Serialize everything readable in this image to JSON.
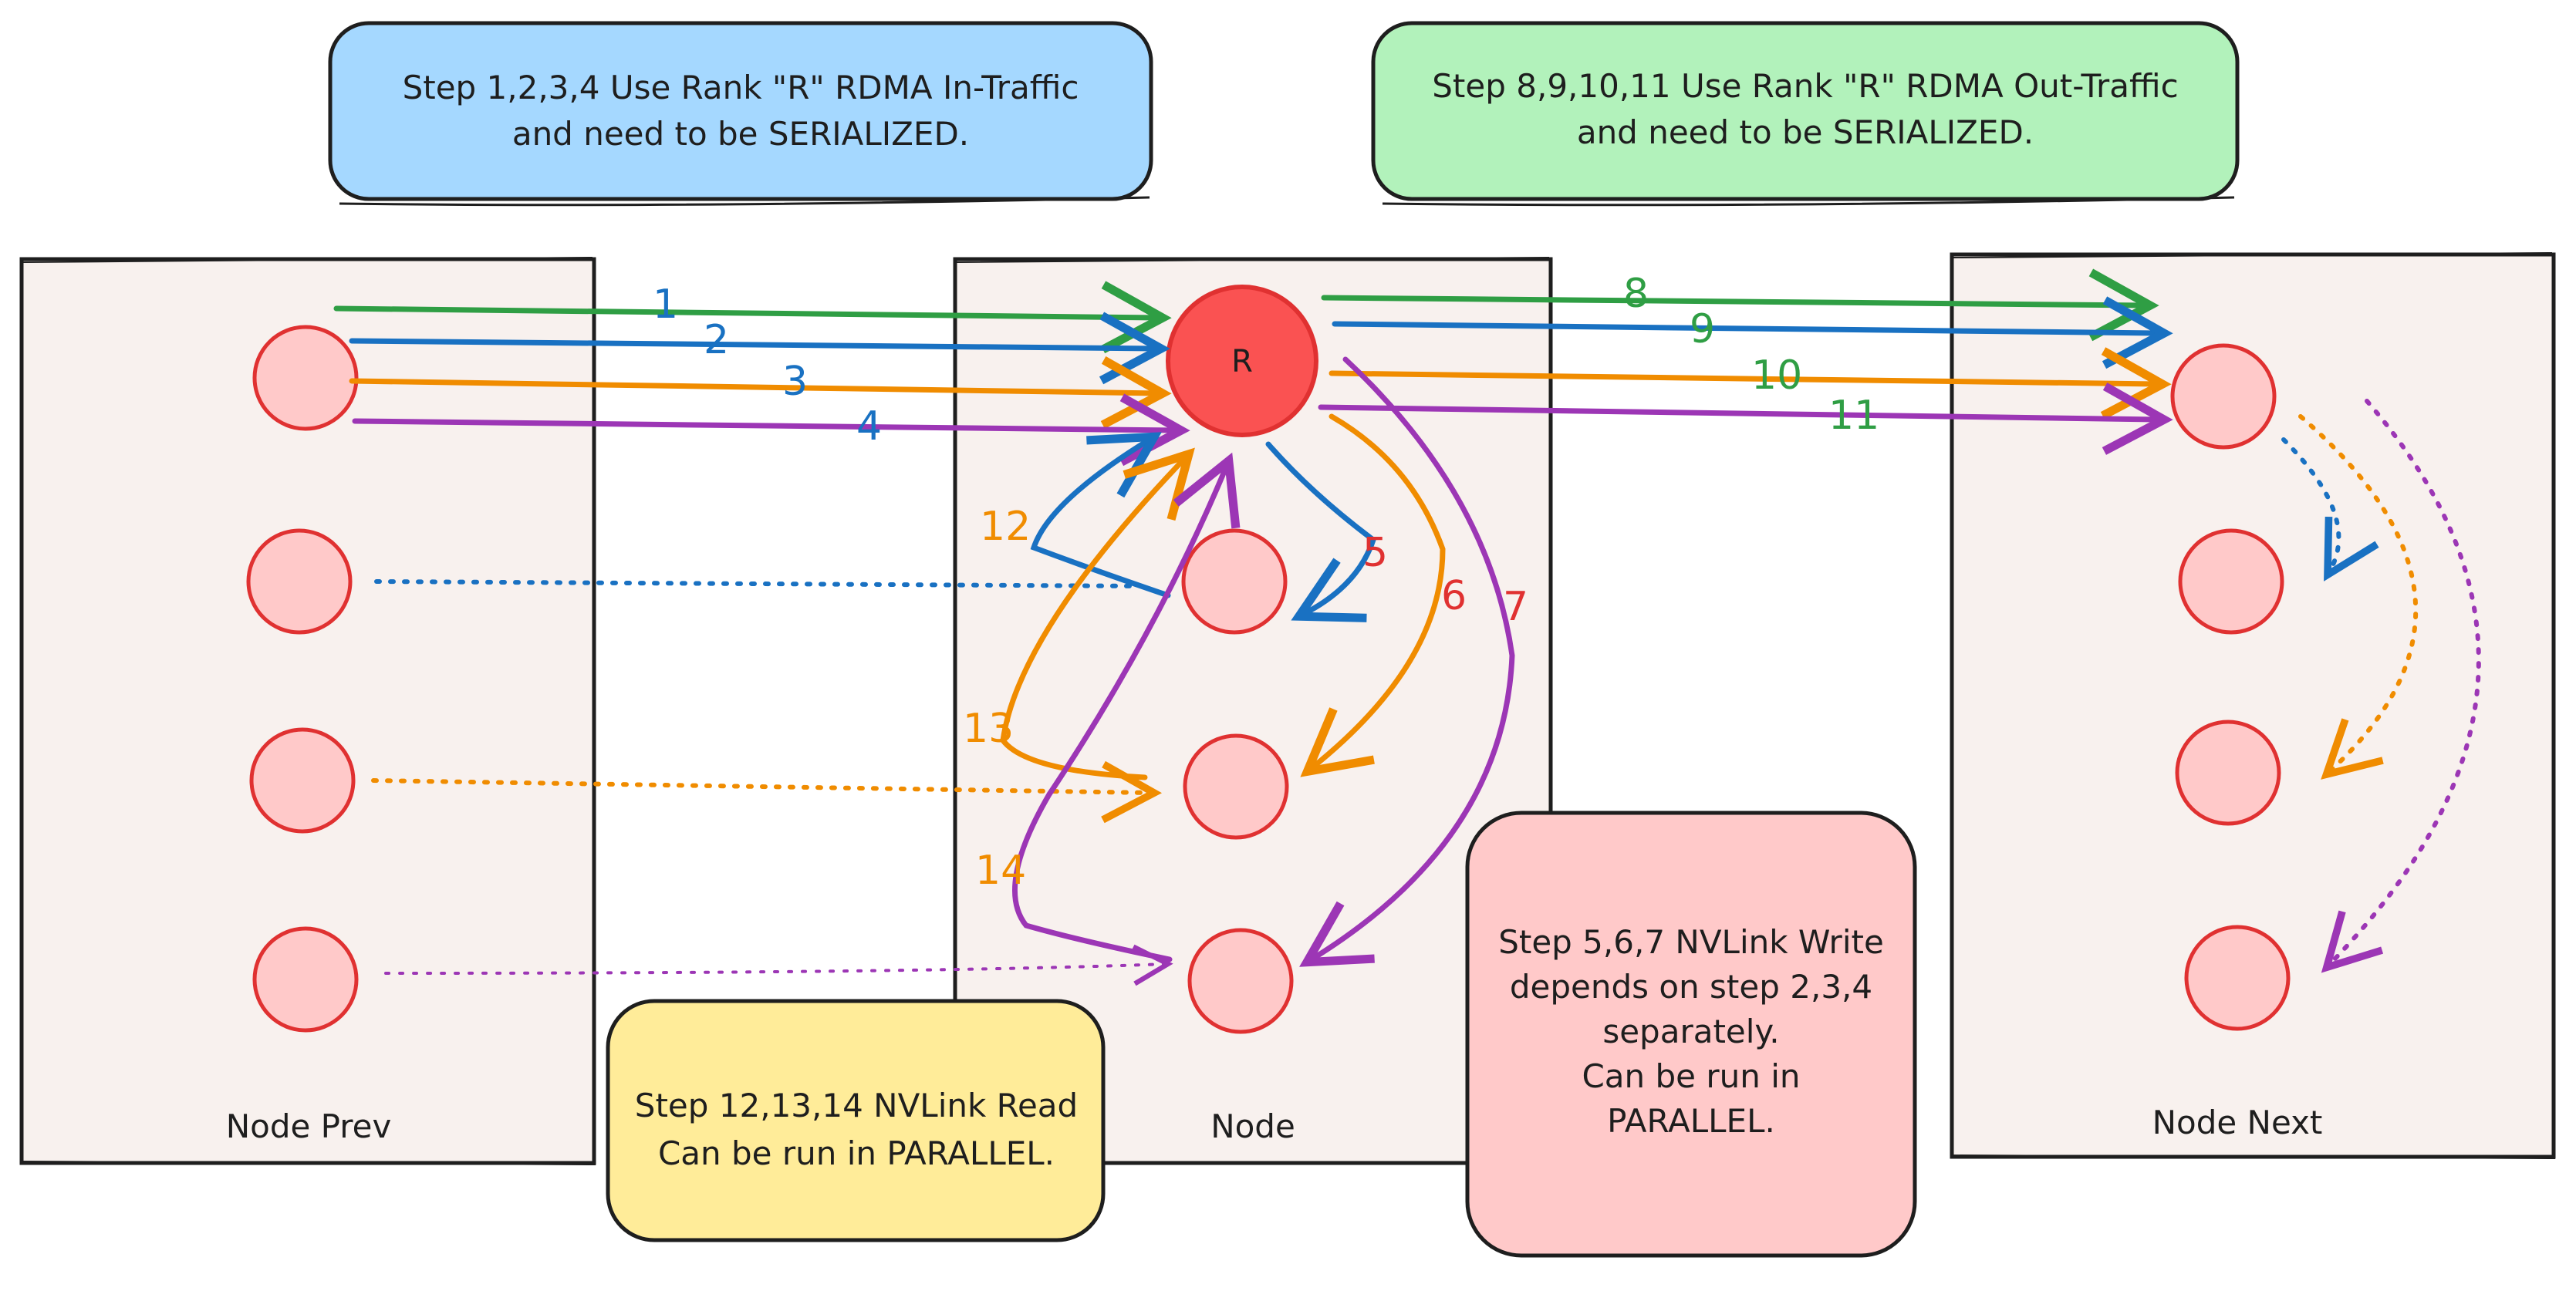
{
  "colors": {
    "green": "#2f9e44",
    "blue": "#1971c2",
    "orange": "#f08c00",
    "purple": "#9c36b5",
    "red": "#e03131",
    "node_fill": "#ffc9c9",
    "rank_fill": "#fa5252",
    "panel_fill": "#f8f1ee",
    "note_blue": "#a5d8ff",
    "note_green": "#b2f2bb",
    "note_yellow": "#ffec99",
    "note_pink": "#ffc9c9"
  },
  "notes": {
    "in_traffic": {
      "line1": "Step 1,2,3,4 Use Rank \"R\" RDMA In-Traffic",
      "line2": "and need to be SERIALIZED."
    },
    "out_traffic": {
      "line1": "Step 8,9,10,11 Use Rank \"R\" RDMA Out-Traffic",
      "line2": "and need to be SERIALIZED."
    },
    "nvlink_read": {
      "line1": "Step 12,13,14 NVLink Read",
      "line2": "Can be run in PARALLEL."
    },
    "nvlink_write": {
      "line1": "Step 5,6,7 NVLink Write",
      "line2": "depends on step 2,3,4",
      "line3": "separately.",
      "line4": "Can be run in",
      "line5": "PARALLEL."
    }
  },
  "nodes": {
    "prev": "Node Prev",
    "node": "Node",
    "next": "Node Next",
    "rank": "R"
  },
  "steps": {
    "s1": "1",
    "s2": "2",
    "s3": "3",
    "s4": "4",
    "s5": "5",
    "s6": "6",
    "s7": "7",
    "s8": "8",
    "s9": "9",
    "s10": "10",
    "s11": "11",
    "s12": "12",
    "s13": "13",
    "s14": "14"
  }
}
